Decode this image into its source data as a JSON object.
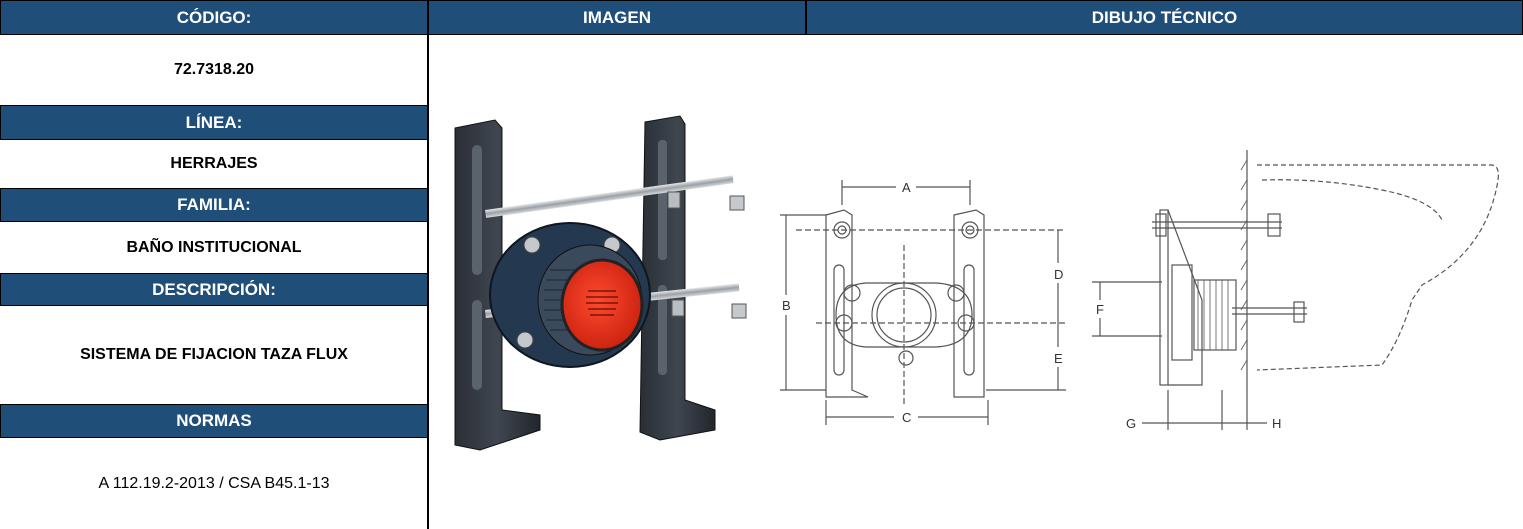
{
  "headers": {
    "codigo": "CÓDIGO:",
    "imagen": "IMAGEN",
    "dibujo": "DIBUJO TÉCNICO"
  },
  "codigo_value": "72.7318.20",
  "linea": {
    "label": "LÍNEA:",
    "value": "HERRAJES"
  },
  "familia": {
    "label": "FAMILIA:",
    "value": "BAÑO INSTITUCIONAL"
  },
  "descripcion": {
    "label": "DESCRIPCIÓN:",
    "value": "SISTEMA DE FIJACION TAZA FLUX"
  },
  "normas": {
    "label": "NORMAS",
    "value": "A 112.19.2-2013 / CSA B45.1-13"
  },
  "drawing_front": {
    "labels": [
      "A",
      "B",
      "C",
      "D",
      "E"
    ]
  },
  "drawing_side": {
    "labels": [
      "F",
      "G",
      "H"
    ]
  },
  "colors": {
    "header_bg": "#1f4e79",
    "header_text": "#ffffff",
    "product_red": "#e8321e"
  },
  "icons": {
    "product": "carrier-bracket-image",
    "front": "front-view-drawing",
    "side": "side-view-drawing"
  }
}
